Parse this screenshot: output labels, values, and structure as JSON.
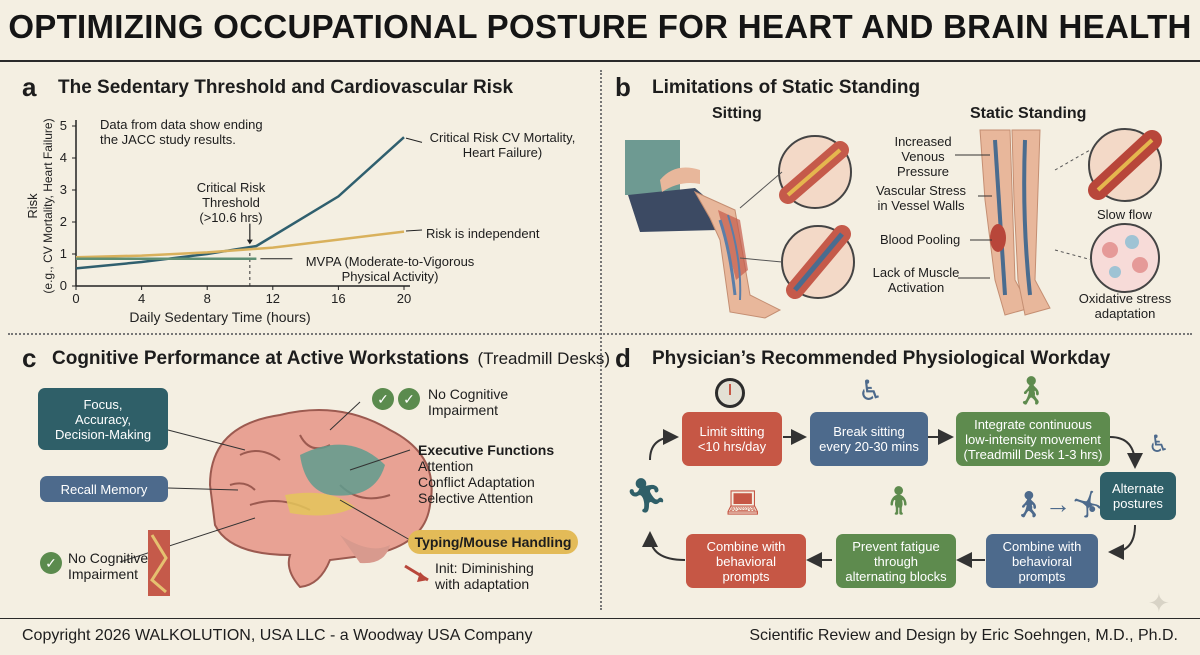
{
  "title": "OPTIMIZING OCCUPATIONAL POSTURE FOR HEART AND BRAIN HEALTH",
  "panel_a": {
    "letter": "a",
    "title": "The Sedentary Threshold and Cardiovascular Risk",
    "note_line1": "Data from data show ending",
    "note_line2": "the JACC study results.",
    "threshold_line1": "Critical Risk",
    "threshold_line2": "Threshold",
    "threshold_line3": "(>10.6 hrs)",
    "critical_line1": "Critical Risk CV Mortality,",
    "critical_line2": "Heart Failure)",
    "independent": "Risk is independent",
    "mvpa_line1": "MVPA (Moderate-to-Vigorous",
    "mvpa_line2": "Physical Activity)"
  },
  "chart_data": {
    "type": "line",
    "xlabel": "Daily Sedentary Time (hours)",
    "ylabel": "Risk",
    "ylabel2": "(e.g., CV Mortality, Heart Failure)",
    "xlim": [
      0,
      20
    ],
    "ylim": [
      0,
      5
    ],
    "xticks": [
      "0",
      "4",
      "8",
      "12",
      "16",
      "20"
    ],
    "yticks": [
      "0",
      "1",
      "2",
      "3",
      "4",
      "5"
    ],
    "threshold_x": 10.6,
    "grid": false,
    "series": [
      {
        "color": "#2f5f6e",
        "x": [
          0,
          4,
          8,
          11,
          16,
          20
        ],
        "y": [
          0.55,
          0.75,
          1.0,
          1.25,
          2.8,
          4.65
        ]
      },
      {
        "color": "#d9b15c",
        "x": [
          0,
          4,
          8,
          12,
          16,
          20
        ],
        "y": [
          0.9,
          0.95,
          1.05,
          1.2,
          1.45,
          1.7
        ]
      },
      {
        "color": "#5e8f74",
        "x": [
          0,
          4,
          8,
          11
        ],
        "y": [
          0.85,
          0.85,
          0.85,
          0.85
        ]
      }
    ]
  },
  "panel_b": {
    "letter": "b",
    "title": "Limitations of Static Standing",
    "sitting": "Sitting",
    "standing": "Static Standing",
    "venous_line1": "Increased",
    "venous_line2": "Venous",
    "venous_line3": "Pressure",
    "vascular_line1": "Vascular Stress",
    "vascular_line2": "in Vessel Walls",
    "pooling": "Blood Pooling",
    "muscle_line1": "Lack of Muscle",
    "muscle_line2": "Activation",
    "slow_flow": "Slow flow",
    "oxidative_line1": "Oxidative stress",
    "oxidative_line2": "adaptation"
  },
  "panel_c": {
    "letter": "c",
    "title": "Cognitive Performance at Active Workstations",
    "title_suffix": "(Treadmill Desks)",
    "focus_line1": "Focus,",
    "focus_line2": "Accuracy,",
    "focus_line3": "Decision-Making",
    "recall": "Recall Memory",
    "no_impair_top_line1": "No Cognitive",
    "no_impair_top_line2": "Impairment",
    "exec_title": "Executive Functions",
    "exec_1": "Attention",
    "exec_2": "Conflict Adaptation",
    "exec_3": "Selective Attention",
    "typing": "Typing/Mouse Handling",
    "init_line1": "Init: Diminishing",
    "init_line2": "with adaptation",
    "no_impair_bottom_line1": "No Cognitive",
    "no_impair_bottom_line2": "Impairment"
  },
  "panel_d": {
    "letter": "d",
    "title": "Physician’s Recommended Physiological Workday",
    "limit_line1": "Limit sitting",
    "limit_line2": "<10 hrs/day",
    "break_line1": "Break sitting",
    "break_line2": "every 20-30 mins",
    "integrate_line1": "Integrate continuous",
    "integrate_line2": "low-intensity movement",
    "integrate_line3": "(Treadmill Desk 1-3 hrs)",
    "alternate_line1": "Alternate",
    "alternate_line2": "postures",
    "combine_right_line1": "Combine with",
    "combine_right_line2": "behavioral",
    "combine_right_line3": "prompts",
    "fatigue_line1": "Prevent fatigue",
    "fatigue_line2": "through",
    "fatigue_line3": "alternating blocks",
    "combine_left_line1": "Combine with",
    "combine_left_line2": "behavioral",
    "combine_left_line3": "prompts"
  },
  "footer": {
    "left": "Copyright 2026 WALKOLUTION, USA LLC - a Woodway USA Company",
    "right": "Scientific Review and Design by Eric Soehngen, M.D., Ph.D."
  },
  "colors": {
    "background": "#f4efe2",
    "red_box": "#c65745",
    "blue_box": "#4d6a8c",
    "green_box": "#5e8b4e",
    "teal_box": "#2f5f68",
    "yellow_box": "#e3bb58"
  }
}
